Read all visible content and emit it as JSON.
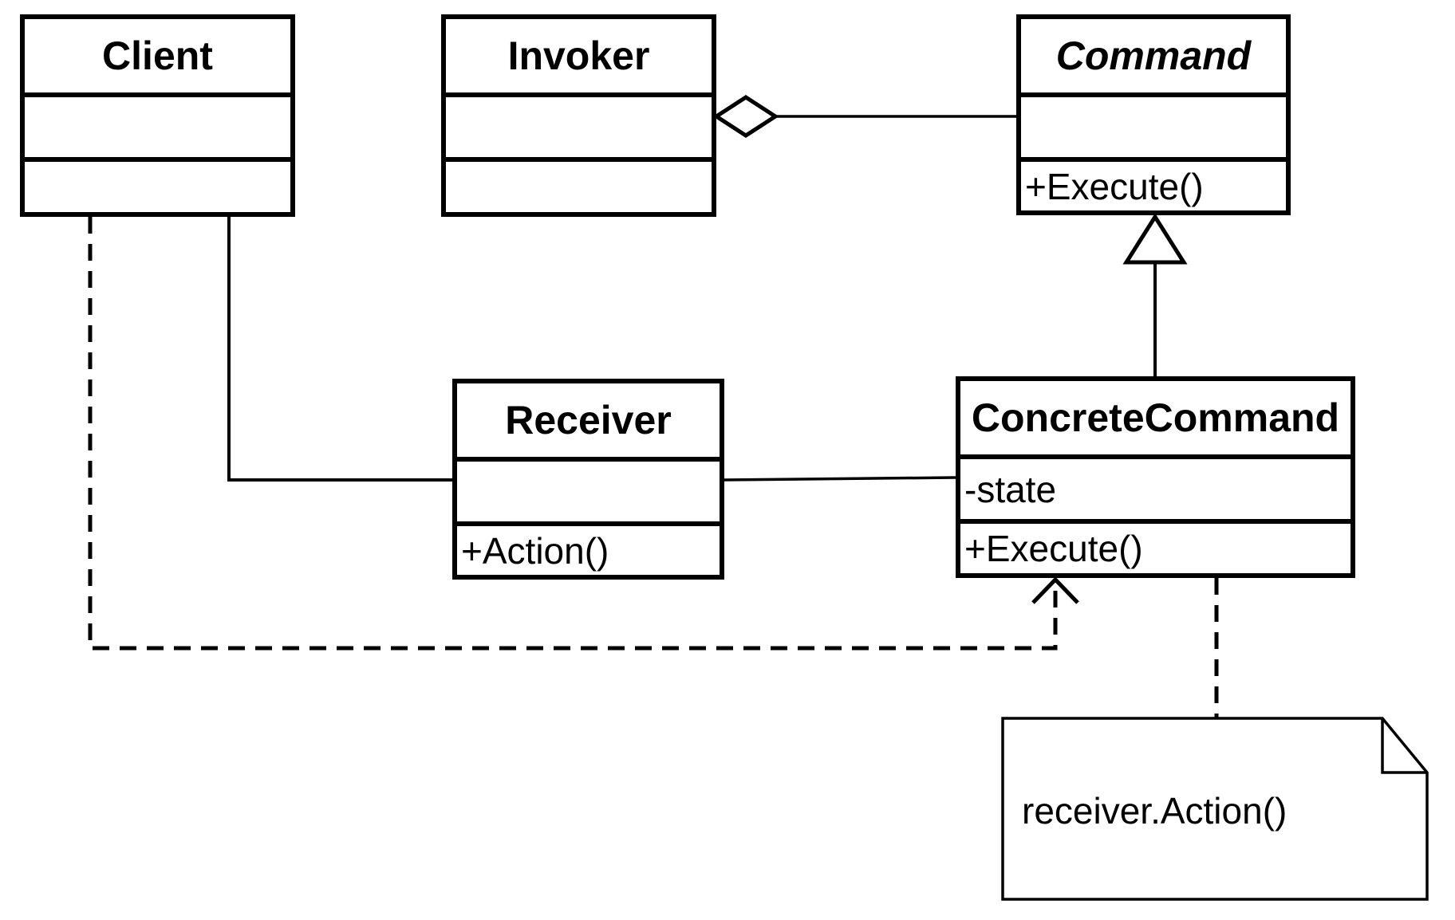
{
  "diagram": {
    "type": "uml-class-diagram",
    "pattern_name": "Command",
    "colors": {
      "stroke": "#000000",
      "fill": "#ffffff"
    },
    "classes": {
      "client": {
        "name": "Client",
        "attributes": "",
        "methods": ""
      },
      "invoker": {
        "name": "Invoker",
        "attributes": "",
        "methods": ""
      },
      "command": {
        "name": "Command",
        "abstract": true,
        "attributes": "",
        "methods": "+Execute()"
      },
      "receiver": {
        "name": "Receiver",
        "attributes": "",
        "methods": "+Action()"
      },
      "concrete_command": {
        "name": "ConcreteCommand",
        "abstract": false,
        "attributes": "-state",
        "methods": "+Execute()"
      }
    },
    "note": {
      "text": "receiver.Action()"
    },
    "relationships": [
      {
        "type": "aggregation",
        "from": "Invoker",
        "to": "Command"
      },
      {
        "type": "generalization",
        "from": "ConcreteCommand",
        "to": "Command"
      },
      {
        "type": "association",
        "from": "Client",
        "to": "Receiver"
      },
      {
        "type": "association",
        "from": "Receiver",
        "to": "ConcreteCommand"
      },
      {
        "type": "dependency",
        "from": "Client",
        "to": "ConcreteCommand"
      },
      {
        "type": "note-anchor",
        "from": "ConcreteCommand",
        "to": "note"
      }
    ]
  }
}
